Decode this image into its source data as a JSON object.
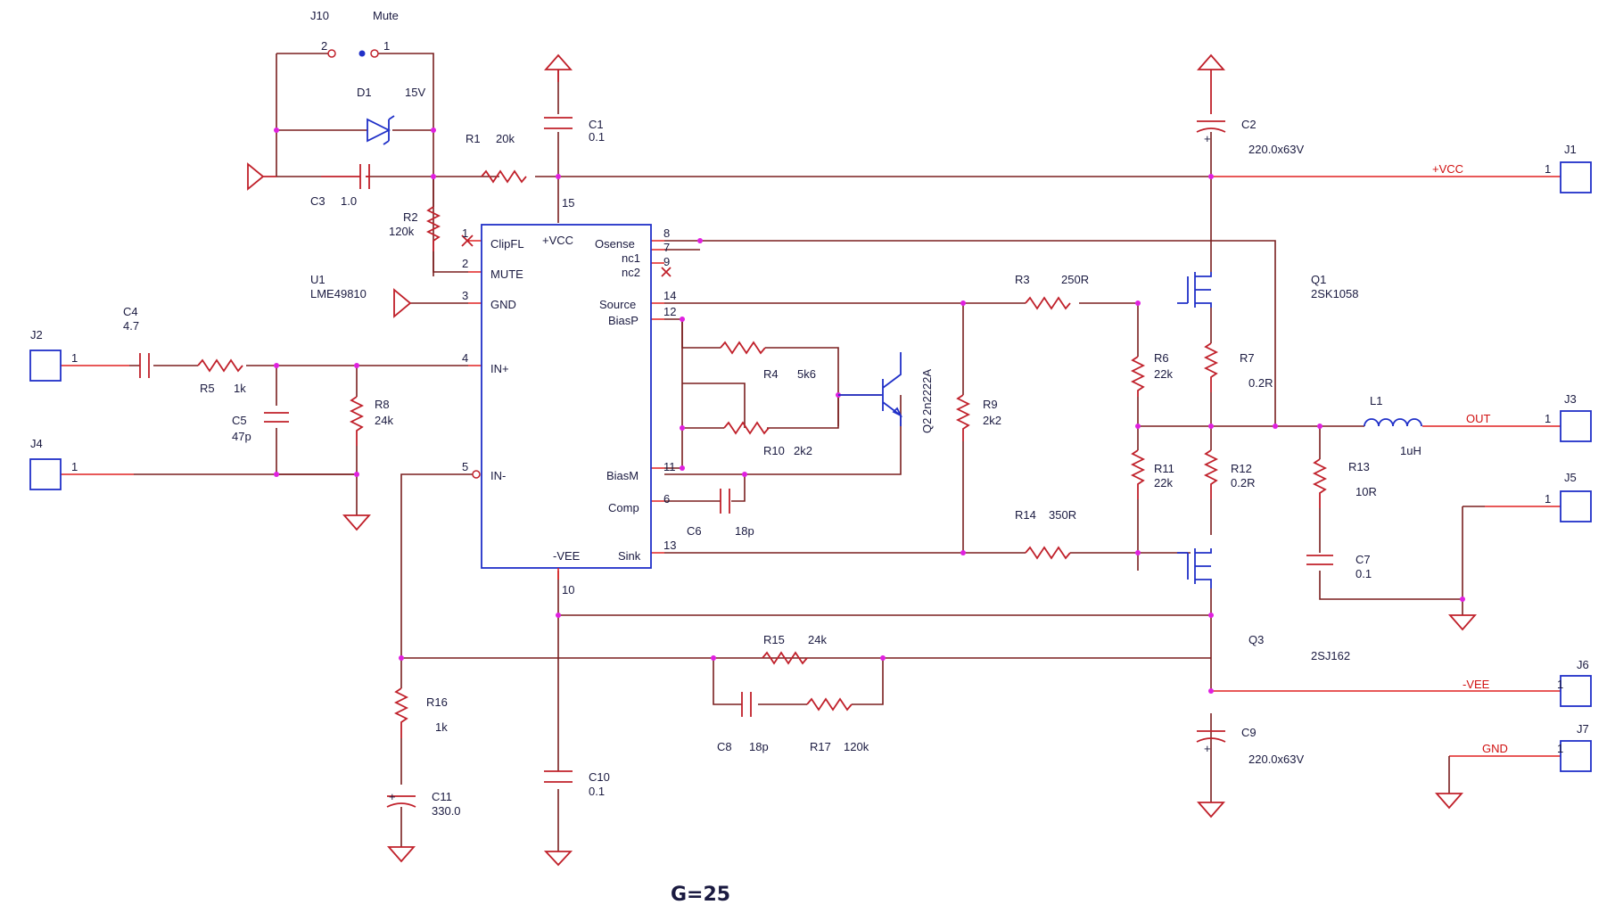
{
  "gain_note": "G=25",
  "ic": {
    "ref": "U1",
    "part": "LME49810",
    "pins_left": {
      "clipfl": "ClipFL",
      "mute": "MUTE",
      "gnd": "GND",
      "inp": "IN+",
      "inm": "IN-"
    },
    "pins_right": {
      "osense": "Osense",
      "nc1": "nc1",
      "nc2": "nc2",
      "source": "Source",
      "biasp": "BiasP",
      "biasm": "BiasM",
      "comp": "Comp",
      "sink": "Sink"
    },
    "pins_top_bottom": {
      "vcc": "+VCC",
      "vee": "-VEE"
    },
    "pin_numbers": {
      "p1": "1",
      "p2": "2",
      "p3": "3",
      "p4": "4",
      "p5": "5",
      "p6": "6",
      "p7": "7",
      "p8": "8",
      "p9": "9",
      "p10": "10",
      "p11": "11",
      "p12": "12",
      "p13": "13",
      "p14": "14",
      "p15": "15"
    }
  },
  "components": {
    "r1": {
      "ref": "R1",
      "val": "20k"
    },
    "r2": {
      "ref": "R2",
      "val": "120k"
    },
    "r3": {
      "ref": "R3",
      "val": "250R"
    },
    "r4": {
      "ref": "R4",
      "val": "5k6"
    },
    "r5": {
      "ref": "R5",
      "val": "1k"
    },
    "r6": {
      "ref": "R6",
      "val": "22k"
    },
    "r7": {
      "ref": "R7",
      "val": "0.2R"
    },
    "r8": {
      "ref": "R8",
      "val": "24k"
    },
    "r9": {
      "ref": "R9",
      "val": "2k2"
    },
    "r10": {
      "ref": "R10",
      "val": "2k2"
    },
    "r11": {
      "ref": "R11",
      "val": "22k"
    },
    "r12": {
      "ref": "R12",
      "val": "0.2R"
    },
    "r13": {
      "ref": "R13",
      "val": "10R"
    },
    "r14": {
      "ref": "R14",
      "val": "350R"
    },
    "r15": {
      "ref": "R15",
      "val": "24k"
    },
    "r16": {
      "ref": "R16",
      "val": "1k"
    },
    "r17": {
      "ref": "R17",
      "val": "120k"
    },
    "c1": {
      "ref": "C1",
      "val": "0.1"
    },
    "c2": {
      "ref": "C2",
      "val": "220.0x63V"
    },
    "c3": {
      "ref": "C3",
      "val": "1.0"
    },
    "c4": {
      "ref": "C4",
      "val": "4.7"
    },
    "c5": {
      "ref": "C5",
      "val": "47p"
    },
    "c6": {
      "ref": "C6",
      "val": "18p"
    },
    "c7": {
      "ref": "C7",
      "val": "0.1"
    },
    "c8": {
      "ref": "C8",
      "val": "18p"
    },
    "c9": {
      "ref": "C9",
      "val": "220.0x63V"
    },
    "c10": {
      "ref": "C10",
      "val": "0.1"
    },
    "c11": {
      "ref": "C11",
      "val": "330.0"
    },
    "d1": {
      "ref": "D1",
      "val": "15V"
    },
    "l1": {
      "ref": "L1",
      "val": "1uH"
    },
    "q1": {
      "ref": "Q1",
      "val": "2SK1058"
    },
    "q2": {
      "ref": "Q2",
      "val": "2n2222A"
    },
    "q3": {
      "ref": "Q3",
      "val": "2SJ162"
    },
    "j10": {
      "ref": "J10",
      "val": "Mute",
      "pin_a": "2",
      "pin_b": "1"
    }
  },
  "connectors": {
    "j1": {
      "ref": "J1",
      "pin": "1",
      "net": "+VCC"
    },
    "j2": {
      "ref": "J2",
      "pin": "1"
    },
    "j3": {
      "ref": "J3",
      "pin": "1",
      "net": "OUT"
    },
    "j4": {
      "ref": "J4",
      "pin": "1"
    },
    "j5": {
      "ref": "J5",
      "pin": "1"
    },
    "j6": {
      "ref": "J6",
      "pin": "1",
      "net": "-VEE"
    },
    "j7": {
      "ref": "J7",
      "pin": "1",
      "net": "GND"
    }
  },
  "polarity": {
    "plus": "+"
  }
}
